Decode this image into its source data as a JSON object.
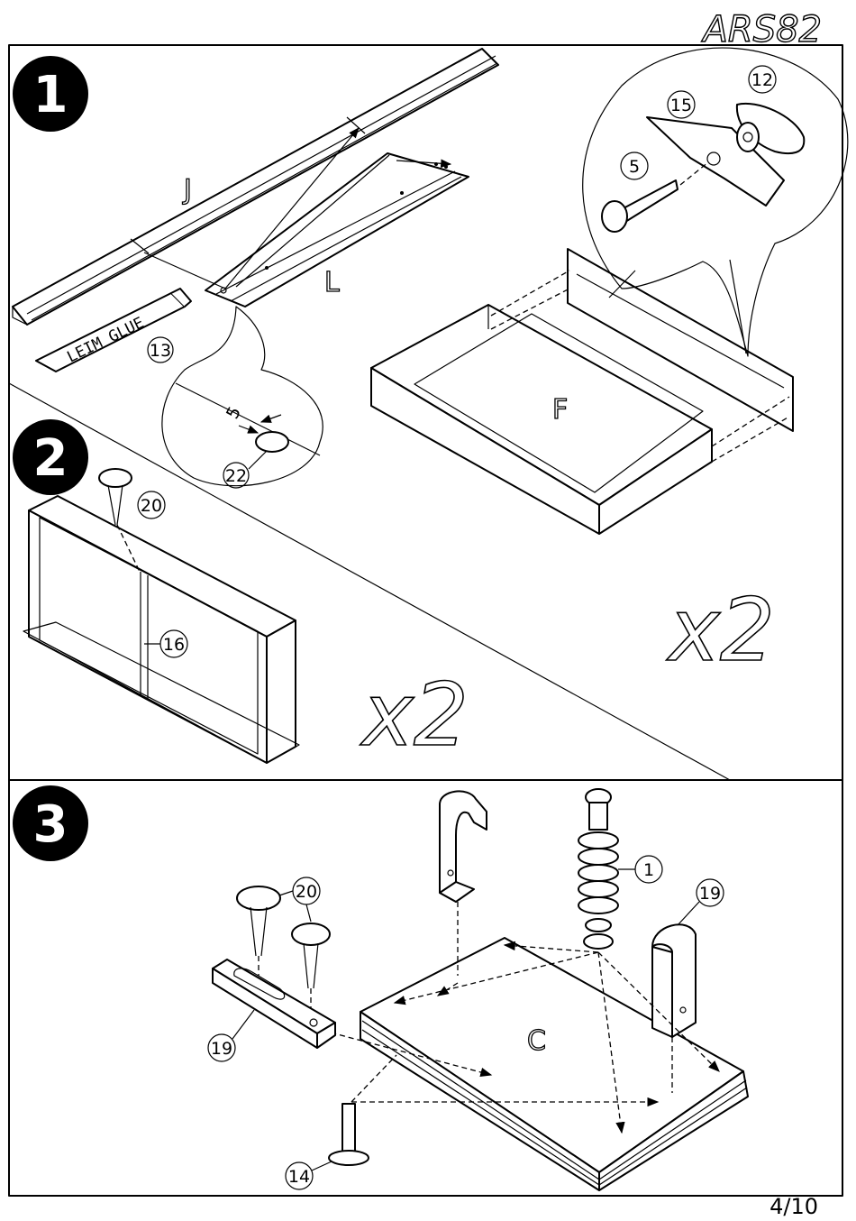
{
  "header": {
    "model_code": "ARS82"
  },
  "footer": {
    "page_number": "4/10"
  },
  "steps": [
    {
      "number": "1",
      "multiplier": "x2",
      "part_letters": [
        "J",
        "L",
        "F"
      ],
      "glue_label": "LEIM GLUE",
      "dimension": "5",
      "callouts": [
        "12",
        "15",
        "5",
        "13",
        "22"
      ]
    },
    {
      "number": "2",
      "multiplier": "x2",
      "callouts": [
        "20",
        "16"
      ]
    },
    {
      "number": "3",
      "part_letters": [
        "C"
      ],
      "callouts": [
        "1",
        "19",
        "20",
        "19",
        "14"
      ]
    }
  ]
}
